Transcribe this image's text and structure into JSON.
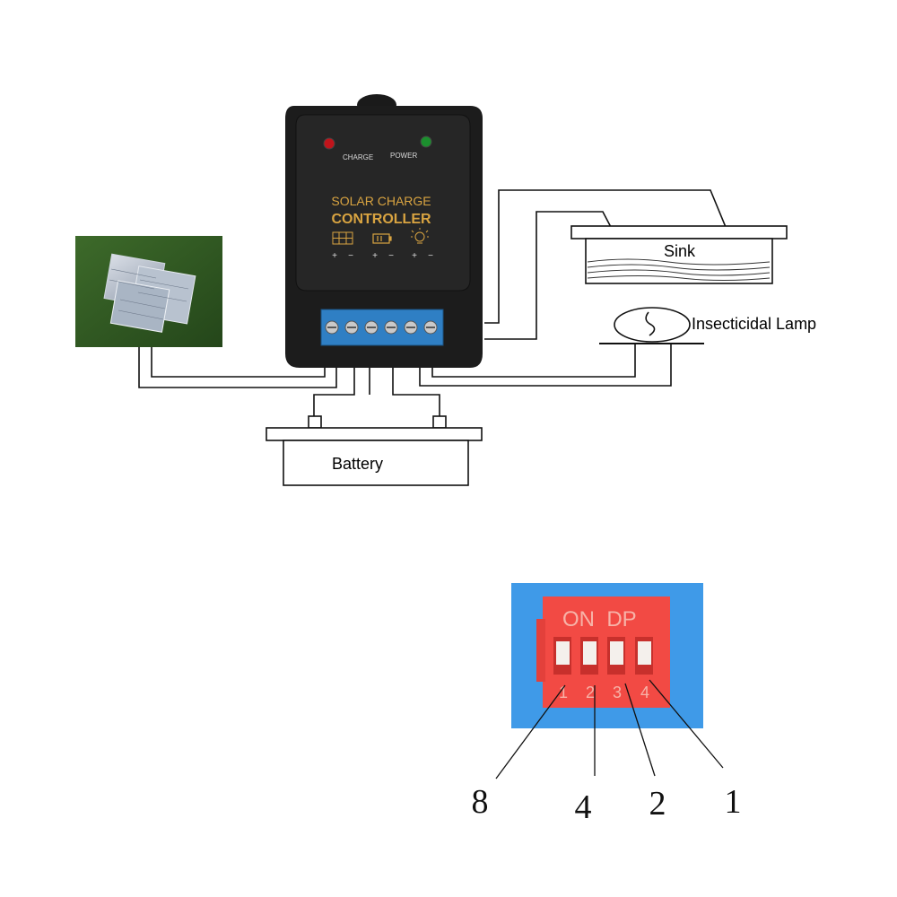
{
  "controller": {
    "title_line1": "SOLAR CHARGE",
    "title_line2": "CONTROLLER",
    "led_charge": "CHARGE",
    "led_power": "POWER",
    "polarity": [
      "+",
      "−",
      "+",
      "−",
      "+",
      "−"
    ],
    "colors": {
      "body": "#1c1c1c",
      "label": "#d9a441",
      "terminal": "#2f7fc4",
      "led_charge": "#c0141b",
      "led_power": "#1c8f2e"
    }
  },
  "connections": {
    "sink_label": "Sink",
    "lamp_label": "Insecticidal Lamp",
    "battery_label": "Battery"
  },
  "dip_switch": {
    "header": "ON  DP",
    "switch_numbers": [
      "1",
      "2",
      "3",
      "4"
    ],
    "callout_values": [
      "8",
      "4",
      "2",
      "1"
    ],
    "colors": {
      "background": "#3f9ae8",
      "body": "#f24a44",
      "slider": "#f4f0ec"
    }
  },
  "icons": [
    "solar-panel-photo",
    "solar-panel-icon",
    "battery-icon",
    "lamp-icon"
  ]
}
